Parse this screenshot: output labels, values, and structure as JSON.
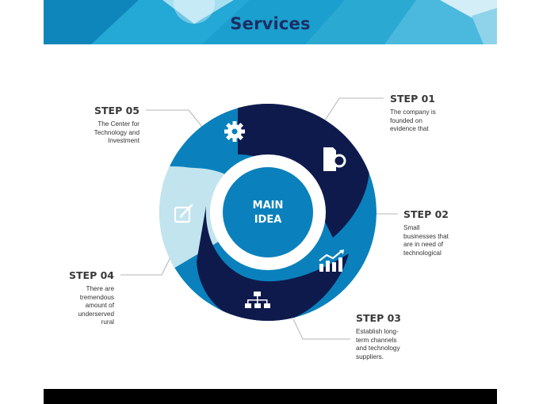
{
  "header": {
    "title": "Services"
  },
  "center": {
    "line1": "MAIN",
    "line2": "IDEA"
  },
  "steps": [
    {
      "label": "STEP 01",
      "description": "The company is founded on evidence that",
      "icon": "search-document-icon"
    },
    {
      "label": "STEP 02",
      "description": "Small businesses that are in need of technological",
      "icon": "growth-chart-icon"
    },
    {
      "label": "STEP 03",
      "description": "Establish long-term channels and technology suppliers.",
      "icon": "org-chart-icon"
    },
    {
      "label": "STEP 04",
      "description": "There are tremendous amount of underserved rural",
      "icon": "edit-icon"
    },
    {
      "label": "STEP 05",
      "description": "The Center for Technology and Investment",
      "icon": "gear-icon"
    }
  ],
  "colors": {
    "navy": "#0f1a4c",
    "blue": "#0a81bd",
    "light": "#c2e4ee",
    "title": "#1b2f63",
    "banner": "#1a9ccf"
  }
}
